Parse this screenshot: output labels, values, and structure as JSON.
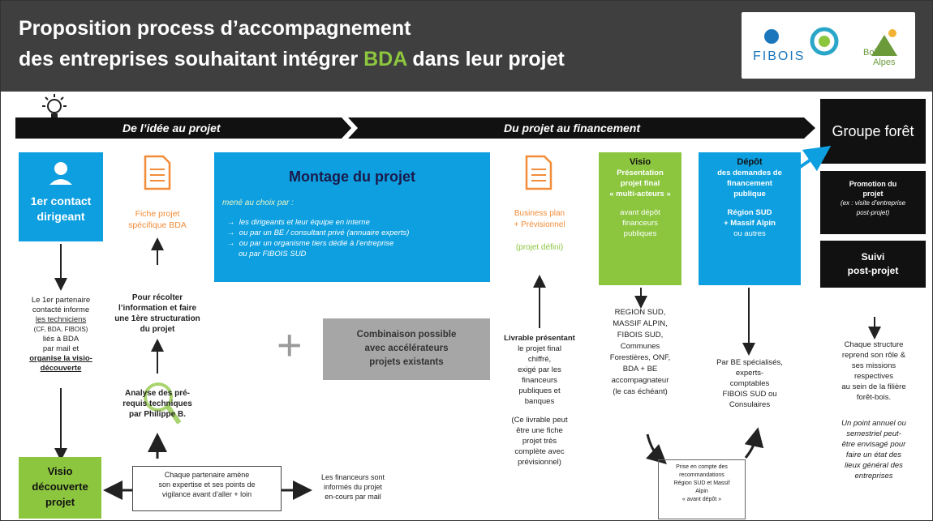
{
  "header": {
    "title_line1": "Proposition process d’accompagnement",
    "title_line2_pre": "des entreprises souhaitant intégrer ",
    "title_line2_bda": "BDA",
    "title_line2_post": " dans leur projet",
    "logos": {
      "fibois": "FIBOIS",
      "bois_alpes_1": "Bois",
      "bois_alpes_2": "Alpes"
    }
  },
  "phases": {
    "phase1": "De l’idée au projet",
    "phase2": "Du projet au financement"
  },
  "groupe_foret": "Groupe forêt",
  "contact": {
    "line1": "1er contact",
    "line2": "dirigeant"
  },
  "contact_desc": [
    "Le 1er partenaire",
    "contacté informe",
    "les techniciens",
    "(CF, BDA, FIBOIS)",
    "liés à BDA",
    "par mail et",
    "organise la visio-",
    "découverte"
  ],
  "visio_decouverte": [
    "Visio",
    "découverte",
    "projet"
  ],
  "fiche": [
    "Fiche projet",
    "spécifique BDA"
  ],
  "recolter": [
    "Pour récolter",
    "l’information et faire",
    "une 1ère structuration",
    "du projet"
  ],
  "analyse": [
    "Analyse des pré-",
    "requis techniques",
    "par Philippe B."
  ],
  "montage": {
    "title": "Montage du projet",
    "sub": "mené au choix par :",
    "items": [
      "les dirigeants et leur équipe en interne",
      "ou par un BE / consultant privé (annuaire experts)",
      "ou par un organisme tiers dédié à l’entreprise",
      "ou par FIBOIS SUD"
    ]
  },
  "plus": "+",
  "combinaison": [
    "Combinaison possible",
    "avec accélérateurs",
    "projets existants"
  ],
  "chaque_partenaire": [
    "Chaque partenaire amène",
    "son expertise et ses points de",
    "vigilance avant d’aller + loin"
  ],
  "financeurs": [
    "Les financeurs sont",
    "informés du projet",
    "en-cours par mail"
  ],
  "business": [
    "Business plan",
    "+ Prévisionnel",
    "",
    "(projet défini)"
  ],
  "livrable": [
    "Livrable présentant",
    "le projet final",
    "chiffré,",
    "exigé par les",
    "financeurs",
    "publiques et",
    "banques",
    "",
    "(Ce livrable peut",
    "être une fiche",
    "projet très",
    "complète avec",
    "prévisionnel)"
  ],
  "visio_final": [
    "Visio",
    "Présentation",
    "projet final",
    "« multi-acteurs »",
    "",
    "avant dépôt",
    "financeurs",
    "publiques"
  ],
  "region_list": [
    "REGION SUD,",
    "MASSIF ALPIN,",
    "FIBOIS SUD,",
    "Communes",
    "Forestières, ONF,",
    "BDA + BE",
    "accompagnateur",
    "(le cas échéant)"
  ],
  "prise": [
    "Prise en compte des",
    "recommandations",
    "Région SUD et Massif",
    "Alpin",
    "« avant dépôt »"
  ],
  "depot": [
    "Dépôt",
    "des demandes de",
    "financement",
    "publique",
    "",
    "Région SUD",
    "+ Massif Alpin",
    "ou autres"
  ],
  "par_be": [
    "Par BE spécialisés,",
    "experts-",
    "comptables",
    "FIBOIS SUD ou",
    "Consulaires"
  ],
  "promotion": [
    "Promotion du",
    "projet",
    "(ex : visite d’entreprise",
    "post-projet)"
  ],
  "suivi": [
    "Suivi",
    "post-projet"
  ],
  "chaque_structure": [
    "Chaque structure",
    "reprend son rôle &",
    "ses missions",
    "respectives",
    "au sein de la filière",
    "forêt-bois."
  ],
  "point_annuel": [
    "Un point annuel ou",
    "semestriel peut-",
    "être envisagé pour",
    "faire un état des",
    "lieux général des",
    "entreprises"
  ]
}
